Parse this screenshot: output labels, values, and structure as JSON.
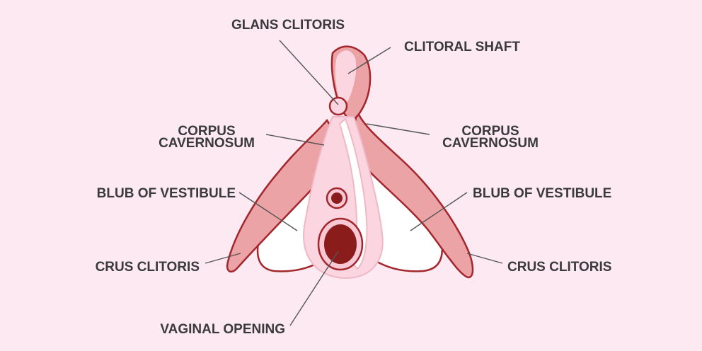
{
  "colors": {
    "background": "#fde9f2",
    "outline": "#a3262d",
    "muscle": "#eba3a6",
    "pale": "#fbd6e1",
    "bulb": "#ffffff",
    "opening": "#8b1c1c",
    "text": "#3a3a3a",
    "leader": "#555555"
  },
  "labels": {
    "glans_clitoris": "GLANS CLITORIS",
    "clitoral_shaft": "CLITORAL SHAFT",
    "corpus_cavernosum_left": [
      "CORPUS",
      "CAVERNOSUM"
    ],
    "corpus_cavernosum_right": [
      "CORPUS",
      "CAVERNOSUM"
    ],
    "bulb_left": "BLUB OF VESTIBULE",
    "bulb_right": "BLUB OF VESTIBULE",
    "crus_left": "CRUS CLITORIS",
    "crus_right": "CRUS CLITORIS",
    "vaginal_opening": "VAGINAL OPENING"
  }
}
